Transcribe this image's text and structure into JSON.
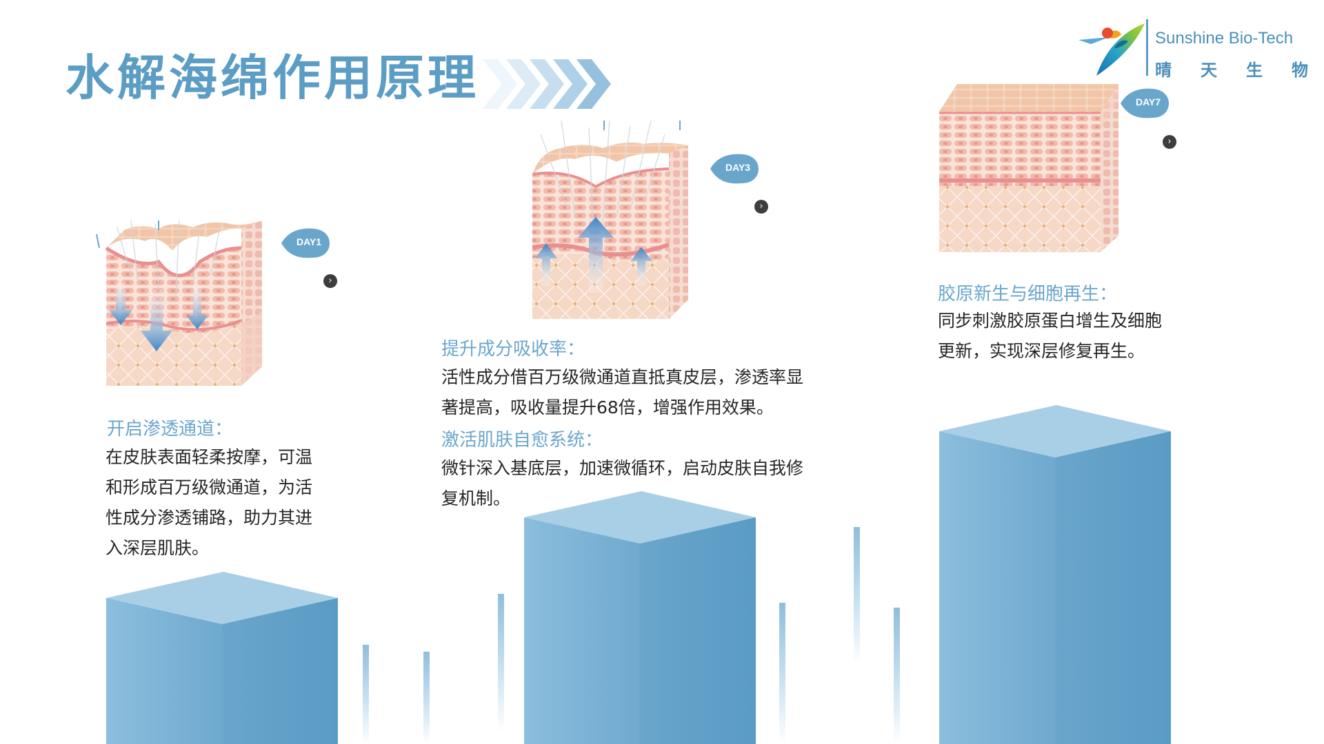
{
  "title": "水解海绵作用原理",
  "brand": {
    "name_en": "Sunshine Bio-Tech",
    "name_cn_chars": [
      "晴",
      "天",
      "生",
      "物"
    ]
  },
  "stages": [
    {
      "badge": "DAY1",
      "heading": "开启渗透通道：",
      "body_lines": [
        "在皮肤表面轻柔按摩，可温",
        "和形成百万级微通道，为活",
        "性成分渗透铺路，助力其进",
        "入深层肌肤。"
      ]
    },
    {
      "badge": "DAY3",
      "heading": "提升成分吸收率：",
      "body_lines": [
        "活性成分借百万级微通道直抵真皮层，渗透率显",
        "著提高，吸收量提升68倍，增强作用效果。"
      ],
      "heading2": "激活肌肤自愈系统：",
      "body2_lines": [
        "微针深入基底层，加速微循环，启动皮肤自我修",
        "复机制。"
      ]
    },
    {
      "badge": "DAY7",
      "heading": "胶原新生与细胞再生：",
      "body_lines": [
        "同步刺激胶原蛋白增生及细胞",
        "更新，实现深层修复再生。"
      ]
    }
  ],
  "icons": {
    "next": "chevron-right-icon",
    "logo": "bird-leaf-logo"
  },
  "colors": {
    "title": "#5b9dc4",
    "brand": "#4a8fba",
    "heading": "#6aa6cc",
    "pillar_front": "#7db3d4",
    "pillar_side": "#5d9cc3",
    "badge": "#6aa6cc"
  }
}
